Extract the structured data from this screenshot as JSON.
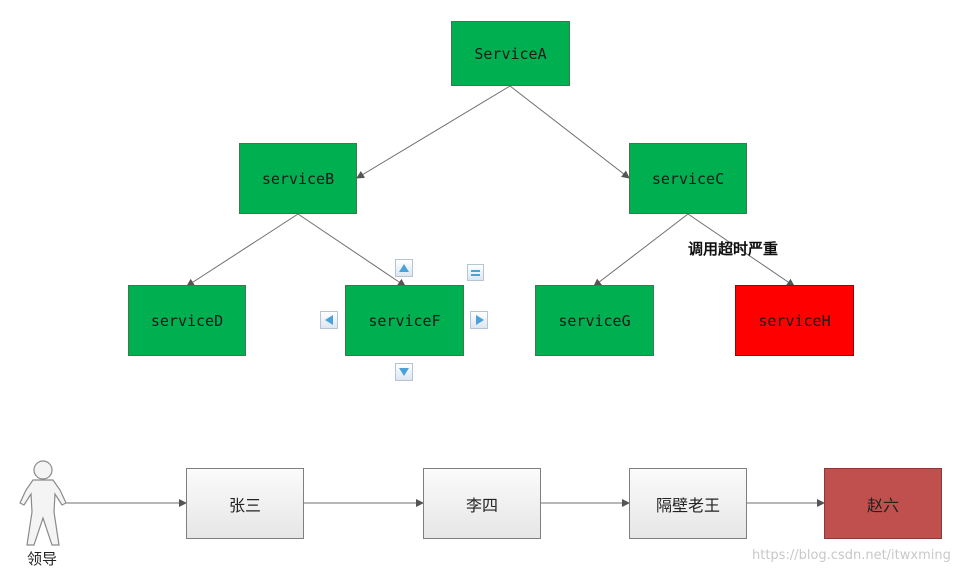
{
  "tree": {
    "nodes": [
      {
        "id": "A",
        "label": "ServiceA"
      },
      {
        "id": "B",
        "label": "serviceB"
      },
      {
        "id": "C",
        "label": "serviceC"
      },
      {
        "id": "D",
        "label": "serviceD"
      },
      {
        "id": "F",
        "label": "serviceF"
      },
      {
        "id": "G",
        "label": "serviceG"
      },
      {
        "id": "H",
        "label": "serviceH",
        "status": "timeout"
      }
    ],
    "edges": [
      [
        "A",
        "B"
      ],
      [
        "A",
        "C"
      ],
      [
        "B",
        "D"
      ],
      [
        "B",
        "F"
      ],
      [
        "C",
        "G"
      ],
      [
        "C",
        "H"
      ]
    ],
    "timeout_label": "调用超时严重"
  },
  "chain": {
    "actor_label": "领导",
    "nodes": [
      {
        "label": "张三"
      },
      {
        "label": "李四"
      },
      {
        "label": "隔壁老王"
      },
      {
        "label": "赵六"
      }
    ]
  },
  "watermark": "https://blog.csdn.net/itwxming",
  "colors": {
    "service_ok": "#00b050",
    "service_timeout": "#ff0000",
    "chain_box": "#f2f2f2",
    "chain_end": "#c0504d"
  },
  "icons": [
    "arrow-up-icon",
    "arrow-down-icon",
    "arrow-left-icon",
    "arrow-right-icon",
    "menu-lines-icon",
    "person-icon"
  ]
}
